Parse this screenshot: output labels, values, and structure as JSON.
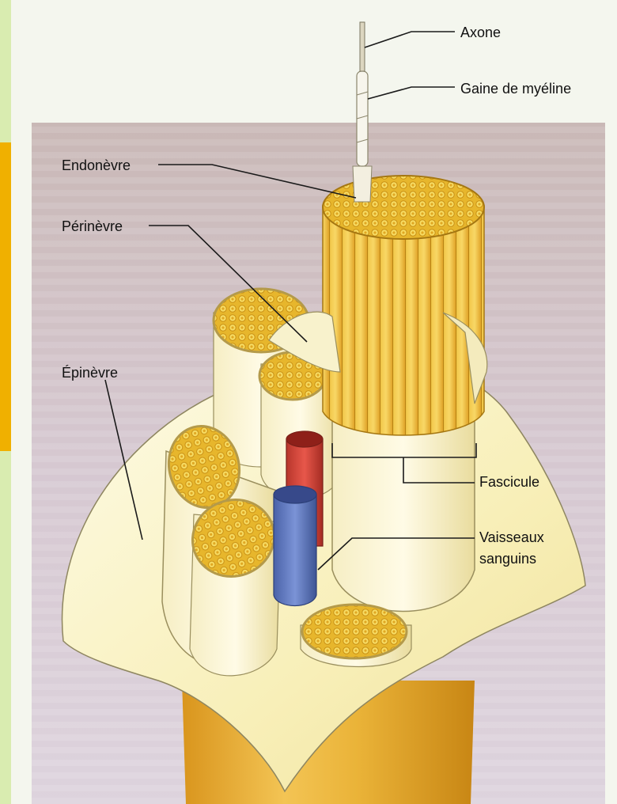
{
  "labels": {
    "axone": "Axone",
    "gaine": "Gaine de myéline",
    "endonevre": "Endonèvre",
    "perinevre": "Périnèvre",
    "epinevre": "Épinèvre",
    "fascicule": "Fascicule",
    "vaisseaux_line1": "Vaisseaux",
    "vaisseaux_line2": "sanguins"
  },
  "colors": {
    "fiber": "#e9b92a",
    "sheath": "#fbf4c8",
    "artery": "#d9473a",
    "vein": "#5b76c2",
    "background_band": "#d8cad0"
  }
}
